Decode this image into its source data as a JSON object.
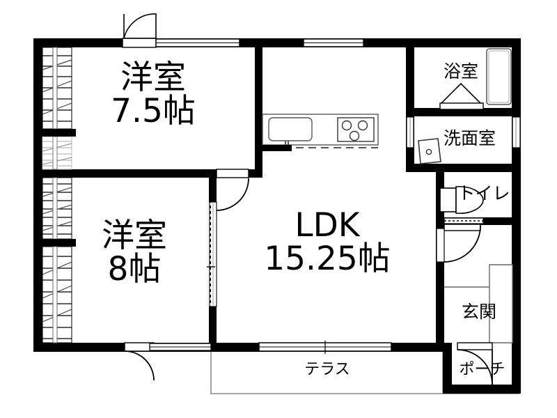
{
  "document": {
    "type": "floor-plan",
    "title": "間取り図",
    "units": "帖",
    "colors": {
      "wall": "#000000",
      "background": "#ffffff",
      "thin_line": "#000000",
      "fixture_line": "#555555",
      "terrace_line": "#808080"
    }
  },
  "rooms": [
    {
      "id": "bedroom-75",
      "name_line1": "洋室",
      "name_line2": "7.5帖",
      "area_jo": 7.5,
      "type": "western-style-room"
    },
    {
      "id": "bedroom-8",
      "name_line1": "洋室",
      "name_line2": "8帖",
      "area_jo": 8,
      "type": "western-style-room"
    },
    {
      "id": "ldk",
      "name_line1": "LDK",
      "name_line2": "15.25帖",
      "area_jo": 15.25,
      "type": "living-dining-kitchen"
    },
    {
      "id": "bathroom",
      "name_line1": "浴室",
      "name_line2": "",
      "type": "bath"
    },
    {
      "id": "washroom",
      "name_line1": "洗面室",
      "name_line2": "",
      "type": "washroom"
    },
    {
      "id": "toilet",
      "name_line1": "トイレ",
      "name_line2": "",
      "type": "toilet"
    },
    {
      "id": "entrance",
      "name_line1": "玄関",
      "name_line2": "",
      "type": "entrance-hall"
    },
    {
      "id": "terrace",
      "name_line1": "テラス",
      "name_line2": "",
      "type": "terrace"
    },
    {
      "id": "porch",
      "name_line1": "ポーチ",
      "name_line2": "",
      "type": "porch"
    }
  ],
  "fixtures": [
    {
      "id": "kitchen-sink",
      "name": "sink"
    },
    {
      "id": "kitchen-stove",
      "name": "three-burner-stove",
      "burners": 3
    },
    {
      "id": "bathtub",
      "name": "bathtub"
    },
    {
      "id": "wash-basin",
      "name": "wash-basin"
    },
    {
      "id": "toilet-bowl",
      "name": "toilet-bowl"
    },
    {
      "id": "shoe-cabinet",
      "name": "shoe-cabinet"
    }
  ],
  "openings": [
    {
      "id": "door-bedroom75-top",
      "name": "hinged-door",
      "swing": "left"
    },
    {
      "id": "window-bedroom75-top",
      "name": "window"
    },
    {
      "id": "window-bedroom75-west-upper",
      "name": "sliding-window"
    },
    {
      "id": "window-bedroom75-west-lower",
      "name": "sliding-window"
    },
    {
      "id": "window-bedroom8-west-upper",
      "name": "sliding-window"
    },
    {
      "id": "window-bedroom8-west-lower",
      "name": "sliding-window"
    },
    {
      "id": "door-bedroom8-ldk",
      "name": "hinged-door",
      "swing": "left"
    },
    {
      "id": "sliding-partition-bedroom8-ldk",
      "name": "sliding-partition"
    },
    {
      "id": "door-bedroom8-south",
      "name": "hinged-door",
      "swing": "left"
    },
    {
      "id": "window-ldk-south",
      "name": "sliding-glass-door"
    },
    {
      "id": "window-ldk-north",
      "name": "window"
    },
    {
      "id": "door-bathroom",
      "name": "folding-door"
    },
    {
      "id": "window-bathroom-east",
      "name": "window"
    },
    {
      "id": "window-washroom-east",
      "name": "window"
    },
    {
      "id": "sliding-door-washroom",
      "name": "sliding-door"
    },
    {
      "id": "sliding-door-toilet",
      "name": "sliding-door"
    },
    {
      "id": "door-hall-toilet",
      "name": "hinged-door",
      "swing": "right"
    },
    {
      "id": "entrance-door",
      "name": "entrance-door",
      "swing": "left"
    }
  ]
}
